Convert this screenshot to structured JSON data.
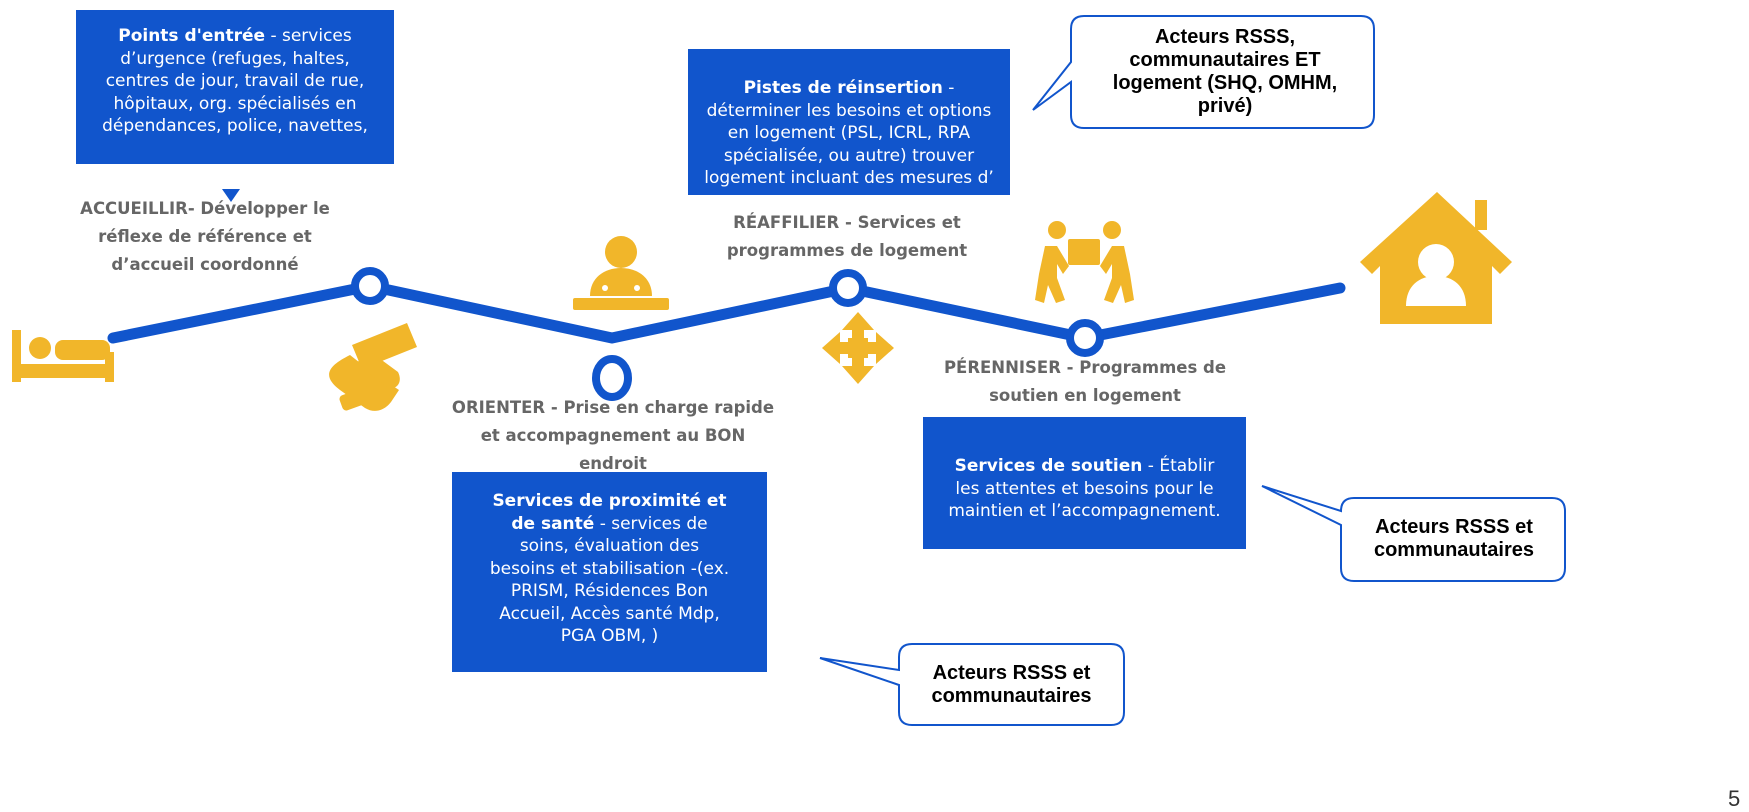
{
  "colors": {
    "accent": "#1155cc",
    "icon": "#f1b62a",
    "stage_text": "#666666",
    "callout_border": "#1155cc"
  },
  "boxes": {
    "entree": {
      "title": "Points d'entrée",
      "body": " - services d’urgence (refuges, haltes, centres de jour, travail de rue, hôpitaux, org. spécialisés en dépendances, police, navettes,"
    },
    "proximite": {
      "title": "Services de proximité et de santé",
      "body": " - services de soins, évaluation des besoins et stabilisation -(ex. PRISM, Résidences Bon Accueil, Accès santé Mdp, PGA OBM, )"
    },
    "reinsertion": {
      "title": "Pistes de réinsertion",
      "body": " - déterminer les besoins et options en logement (PSL, ICRL, RPA spécialisée, ou autre) trouver logement incluant des mesures d’"
    },
    "soutien": {
      "title": "Services de soutien",
      "body": " - Établir les attentes et besoins pour  le maintien et l’accompagnement."
    }
  },
  "stages": {
    "accueillir": "ACCUEILLIR- Développer le réflexe de référence et d’accueil coordonné",
    "orienter": "ORIENTER - Prise en charge rapide et accompagnement au BON endroit",
    "reaffilier": "RÉAFFILIER - Services et programmes de logement",
    "perenniser": "PÉRENNISER - Programmes de soutien en logement"
  },
  "callouts": {
    "logement": "Acteurs RSSS, communautaires ET logement (SHQ, OMHM, privé)",
    "soutien": "Acteurs RSSS et communautaires",
    "proximite": "Acteurs RSSS et communautaires"
  },
  "icons": [
    "bed-icon",
    "handshake-icon",
    "receptionist-icon",
    "arrows-move-icon",
    "people-carrying-box-icon",
    "house-person-icon"
  ],
  "page_number": "5"
}
